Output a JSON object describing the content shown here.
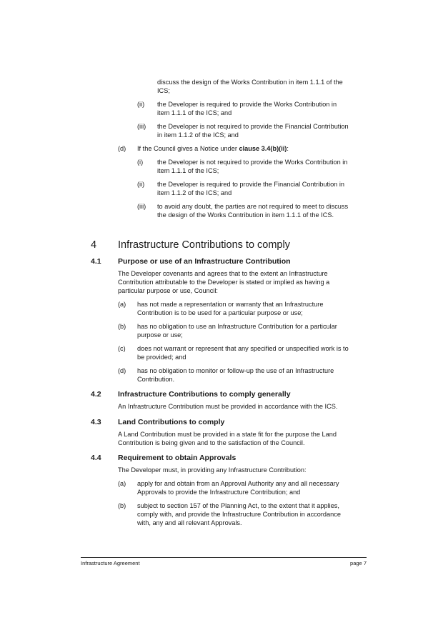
{
  "continuation": {
    "c1": {
      "lines": [
        "discuss the design of the Works Contribution in item 1.1.1 of the",
        "ICS;"
      ]
    },
    "c_ii": {
      "label": "(ii)",
      "lines": [
        "the Developer is required to provide the Works Contribution in",
        "item 1.1.1 of the ICS; and"
      ]
    },
    "c_iii": {
      "label": "(iii)",
      "lines": [
        "the Developer is not required to provide the Financial Contribution",
        "in item 1.1.2 of the ICS; and"
      ]
    },
    "d": {
      "label": "(d)",
      "text_before": "If the Council gives a Notice under ",
      "text_bold": "clause 3.4(b)(ii)",
      "text_after": ":"
    },
    "d_i": {
      "label": "(i)",
      "lines": [
        "the Developer is not required to provide the Works Contribution in",
        "item 1.1.1 of the ICS;"
      ]
    },
    "d_ii": {
      "label": "(ii)",
      "lines": [
        "the Developer is required to provide the Financial Contribution in",
        "item 1.1.2 of the ICS; and"
      ]
    },
    "d_iii": {
      "label": "(iii)",
      "lines": [
        "to avoid any doubt, the parties are not required to meet to discuss",
        "the design of the Works Contribution in item 1.1.1 of the ICS."
      ]
    }
  },
  "section4": {
    "number": "4",
    "title": "Infrastructure Contributions to comply",
    "s41": {
      "number": "4.1",
      "title": "Purpose or use of an Infrastructure Contribution",
      "intro": [
        "The Developer covenants and agrees that to the extent an Infrastructure",
        "Contribution attributable to the Developer is stated or implied as having a",
        "particular purpose or use, Council:"
      ],
      "items": [
        {
          "label": "(a)",
          "lines": [
            "has not made a representation or warranty that an Infrastructure",
            "Contribution is to be used for a particular purpose or use;"
          ]
        },
        {
          "label": "(b)",
          "lines": [
            "has no obligation to use an Infrastructure Contribution for a particular",
            "purpose or use;"
          ]
        },
        {
          "label": "(c)",
          "lines": [
            "does not warrant or represent that any specified or unspecified work is to",
            "be provided; and"
          ]
        },
        {
          "label": "(d)",
          "lines": [
            "has no obligation to monitor or follow-up the use of an Infrastructure",
            "Contribution."
          ]
        }
      ]
    },
    "s42": {
      "number": "4.2",
      "title": "Infrastructure Contributions to comply generally",
      "body": [
        "An Infrastructure Contribution must be provided in accordance with the ICS."
      ]
    },
    "s43": {
      "number": "4.3",
      "title": "Land Contributions to comply",
      "body": [
        "A Land Contribution must be provided in a state fit for the purpose the Land",
        "Contribution is being given and to the satisfaction of the Council."
      ]
    },
    "s44": {
      "number": "4.4",
      "title": "Requirement to obtain Approvals",
      "intro": [
        "The Developer must, in providing any Infrastructure Contribution:"
      ],
      "items": [
        {
          "label": "(a)",
          "lines": [
            "apply for and obtain from an Approval Authority any and all necessary",
            "Approvals to provide the Infrastructure Contribution; and"
          ]
        },
        {
          "label": "(b)",
          "lines": [
            "subject to section 157 of the Planning Act, to the extent that it applies,",
            "comply with, and provide the Infrastructure Contribution in accordance",
            "with, any and all relevant Approvals."
          ]
        }
      ]
    }
  },
  "footer": {
    "left": "Infrastructure Agreement",
    "right": "page 7"
  }
}
